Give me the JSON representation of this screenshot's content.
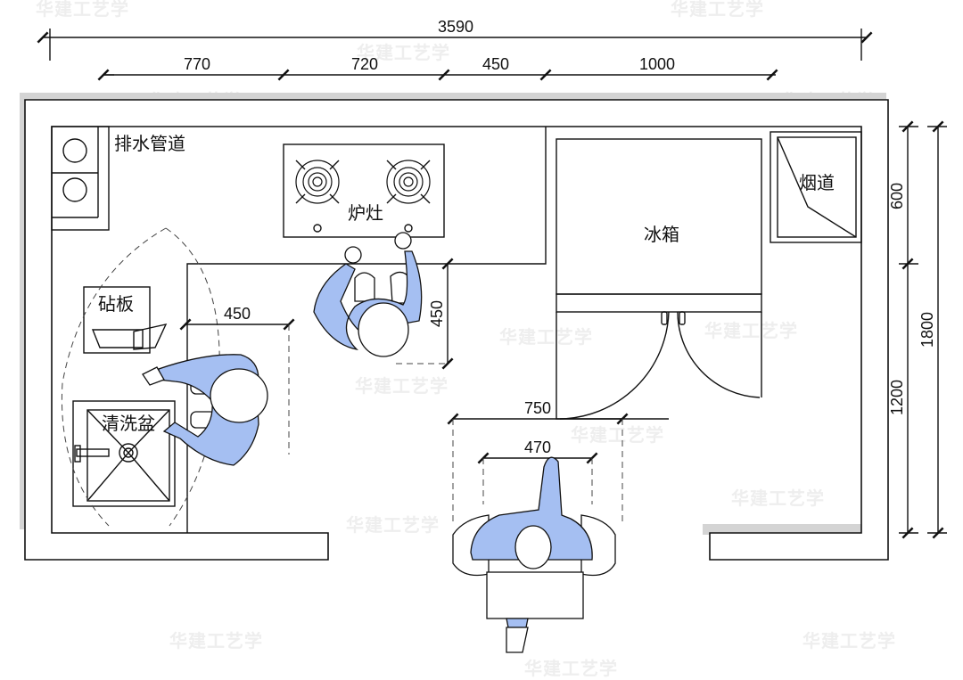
{
  "dimensions": {
    "total_width": "3590",
    "seg1": "770",
    "seg2": "720",
    "seg3": "450",
    "seg4": "1000",
    "right_total": "1800",
    "right_top": "600",
    "right_bottom": "1200",
    "sink_clearance": "450",
    "stove_clearance": "450",
    "fridge_clearance": "750",
    "walkway_width": "470"
  },
  "labels": {
    "drain_pipe": "排水管道",
    "stove": "炉灶",
    "fridge": "冰箱",
    "flue": "烟道",
    "cutting_board": "砧板",
    "sink": "清洗盆"
  },
  "watermark": "华建工艺学",
  "colors": {
    "person_fill": "#a5bff2",
    "wall_shadow": "#d4d4d4",
    "line": "#111111"
  }
}
